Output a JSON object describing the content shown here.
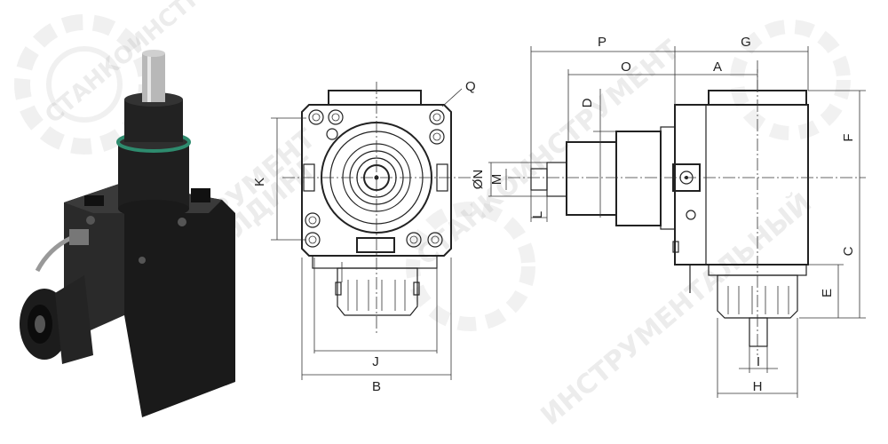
{
  "watermark": {
    "text_primary": "СТАНКОИНСТРУМЕНТ",
    "text_secondary": "ХОЛДИНГ",
    "text_tertiary": "ИНСТРУМЕНТАЛЬНЫЙ"
  },
  "labels": {
    "A": "A",
    "B": "B",
    "C": "C",
    "D": "D",
    "E": "E",
    "F": "F",
    "G": "G",
    "H": "H",
    "I": "I",
    "J": "J",
    "K": "K",
    "L": "L",
    "M": "M",
    "N": "ØN",
    "O": "O",
    "P": "P",
    "Q": "Q"
  },
  "colors": {
    "line": "#222222",
    "body_dark": "#1c1c1c",
    "seal_ring": "#2e8b6e",
    "watermark": "#9a9a9a"
  }
}
